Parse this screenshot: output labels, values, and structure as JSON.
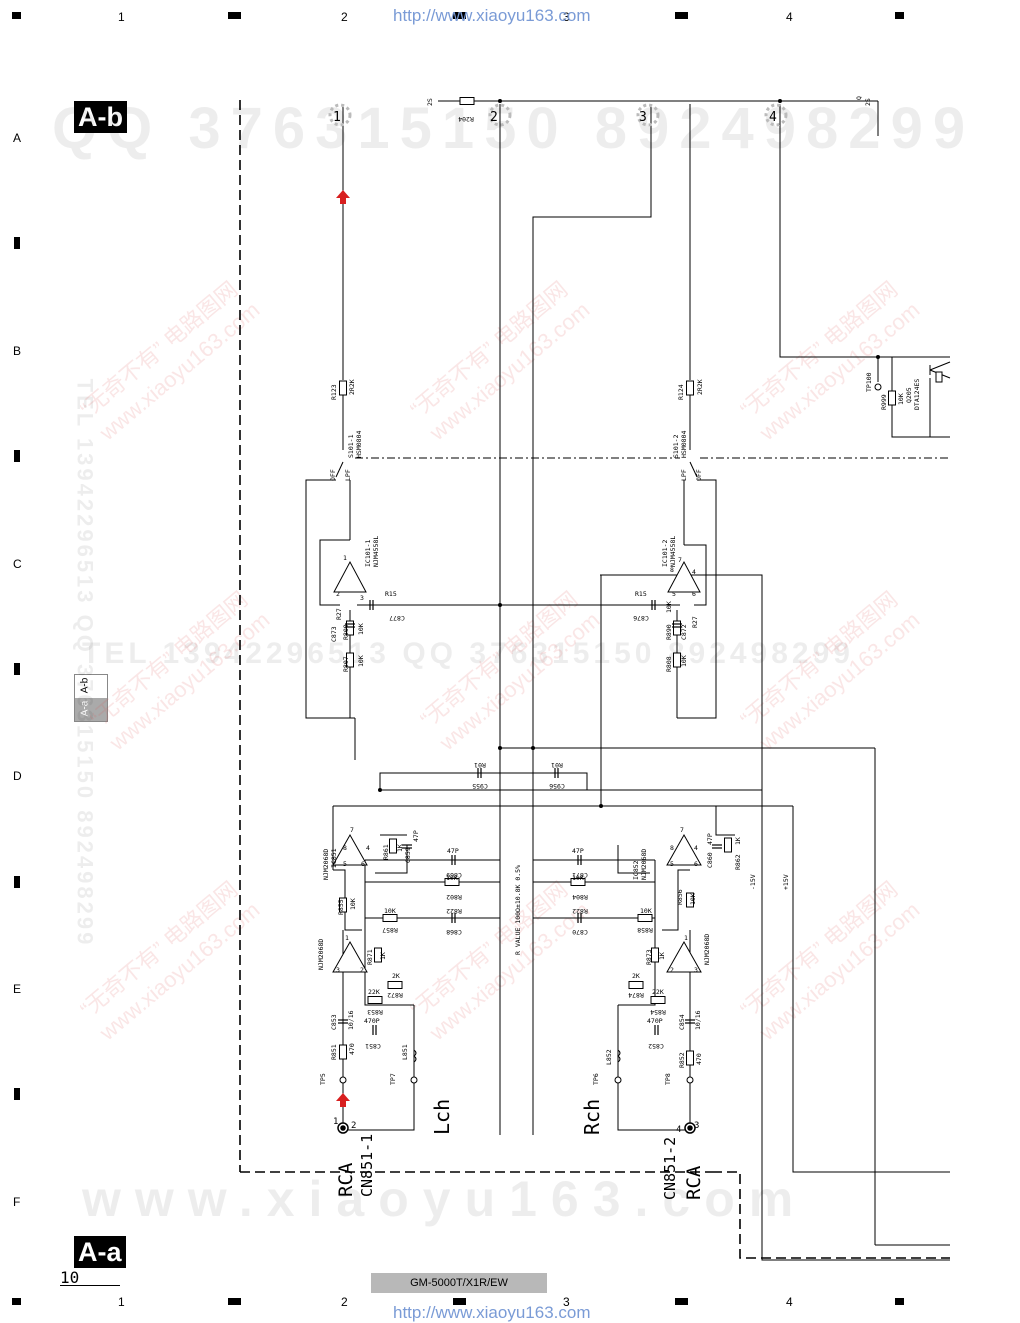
{
  "grid": {
    "columns": [
      "1",
      "2",
      "3",
      "4"
    ],
    "rows": [
      "A",
      "B",
      "C",
      "D",
      "E",
      "F"
    ]
  },
  "urls": {
    "top": "http://www.xiaoyu163.com",
    "bottom": "http://www.xiaoyu163.com"
  },
  "badges": {
    "top": "A-b",
    "bottom": "A-a"
  },
  "nav_tabs": [
    "A-b",
    "A-a"
  ],
  "watermarks": {
    "qq_top": "QQ 376315150   892498299",
    "tel_mid": "TEL 13942296513   QQ 376315150   892498299",
    "site_bottom": "www.xiaoyu163.com",
    "diag": [
      "“无奇不有” 电路图网",
      "www.xiaoyu163.com"
    ],
    "side": "TEL 13942296513  QQ 376315150  892498299"
  },
  "page_number": "10",
  "model": "GM-5000T/X1R/EW",
  "schematic": {
    "bus_nodes": [
      "1",
      "2",
      "3",
      "4"
    ],
    "resistors": {
      "r204": "R204",
      "r123": [
        "R123",
        "2R2K"
      ],
      "r124": [
        "R124",
        "2R2K"
      ],
      "r999": [
        "R999",
        "10K"
      ],
      "r809": [
        "R809",
        "10K"
      ],
      "r890": [
        "R890",
        "10K"
      ],
      "r807": [
        "R807",
        "10K"
      ],
      "r808": [
        "R808",
        "10K"
      ],
      "r861": [
        "R861",
        "1K"
      ],
      "r862": [
        "R862",
        "1K"
      ],
      "r802": [
        "R802",
        "10K"
      ],
      "r804": [
        "R804",
        "10K"
      ],
      "r822_l": [
        "R822",
        "10K"
      ],
      "r822_r": [
        "R822",
        "10K"
      ],
      "r855": [
        "R855",
        "10K"
      ],
      "r856": [
        "R856",
        "10K"
      ],
      "r857": [
        "R857",
        "10K"
      ],
      "r858": [
        "R858",
        "10K"
      ],
      "r871": [
        "R871",
        "1K"
      ],
      "r873": [
        "R873",
        "1K"
      ],
      "r872": [
        "R872",
        "2K"
      ],
      "r874": [
        "R874",
        "2K"
      ],
      "r853": [
        "R853",
        "22K"
      ],
      "r854": [
        "R854",
        "22K"
      ],
      "r851": [
        "R851",
        "470"
      ],
      "r852": [
        "R852",
        "470"
      ],
      "r01_l": "R01",
      "r01_r": "R01",
      "r15_l": "R15",
      "r15_r": "R15",
      "r27_l": "R27",
      "r27_r": "R27"
    },
    "capacitors": {
      "c877": "C877",
      "c876": "C876",
      "c873": "C873",
      "c872": "C872",
      "c955": "C955",
      "c956": "C956",
      "c859": [
        "C859",
        "47P"
      ],
      "c860": [
        "C860",
        "47P"
      ],
      "c869": [
        "C869",
        "47P"
      ],
      "c871": [
        "C871",
        "47P"
      ],
      "c868": "C868",
      "c870": "C870",
      "c853": [
        "C853",
        "10/16"
      ],
      "c854": [
        "C854",
        "10/16"
      ],
      "c851": [
        "C851",
        "470P"
      ],
      "c852": [
        "C852",
        "470P"
      ]
    },
    "ics": {
      "ic101_1": [
        "IC101-1",
        "NJM4558L"
      ],
      "ic101_2": [
        "IC101-2",
        "NJM4558L"
      ],
      "ic851": [
        "NJM2068D",
        "IC851"
      ],
      "ic852": [
        "IC852",
        "NJM2068D"
      ],
      "buf_l": "NJM2068D",
      "buf_r": "NJM2068D"
    },
    "switches": {
      "s101_1": [
        "S101-1",
        "HSM0804"
      ],
      "s101_2": [
        "S101-2",
        "HSM0804"
      ],
      "off": "OFF",
      "lpf": "LPF"
    },
    "transistor": [
      "Q205",
      "DTA124ES"
    ],
    "test_points": [
      "TP100",
      "TP5",
      "TP7",
      "TP6",
      "TP8"
    ],
    "coils": [
      "L851",
      "L852"
    ],
    "supplies": [
      "-15V",
      "+15V"
    ],
    "rvalue_note": "R VALUE 100Ω±10.8K 0.5%",
    "channels": {
      "left": "Lch",
      "right": "Rch"
    },
    "connectors": {
      "left": [
        "RCA",
        "CN851-1"
      ],
      "right": [
        "CN851-2",
        "RCA"
      ]
    },
    "jack_pins": [
      "1",
      "2",
      "4",
      "3"
    ],
    "corner_top_left": "2S",
    "corner_top_mid": "2S",
    "corner_q": "Q",
    "pin_numbers": [
      "1",
      "2",
      "3",
      "4",
      "5",
      "6",
      "7",
      "8"
    ]
  }
}
